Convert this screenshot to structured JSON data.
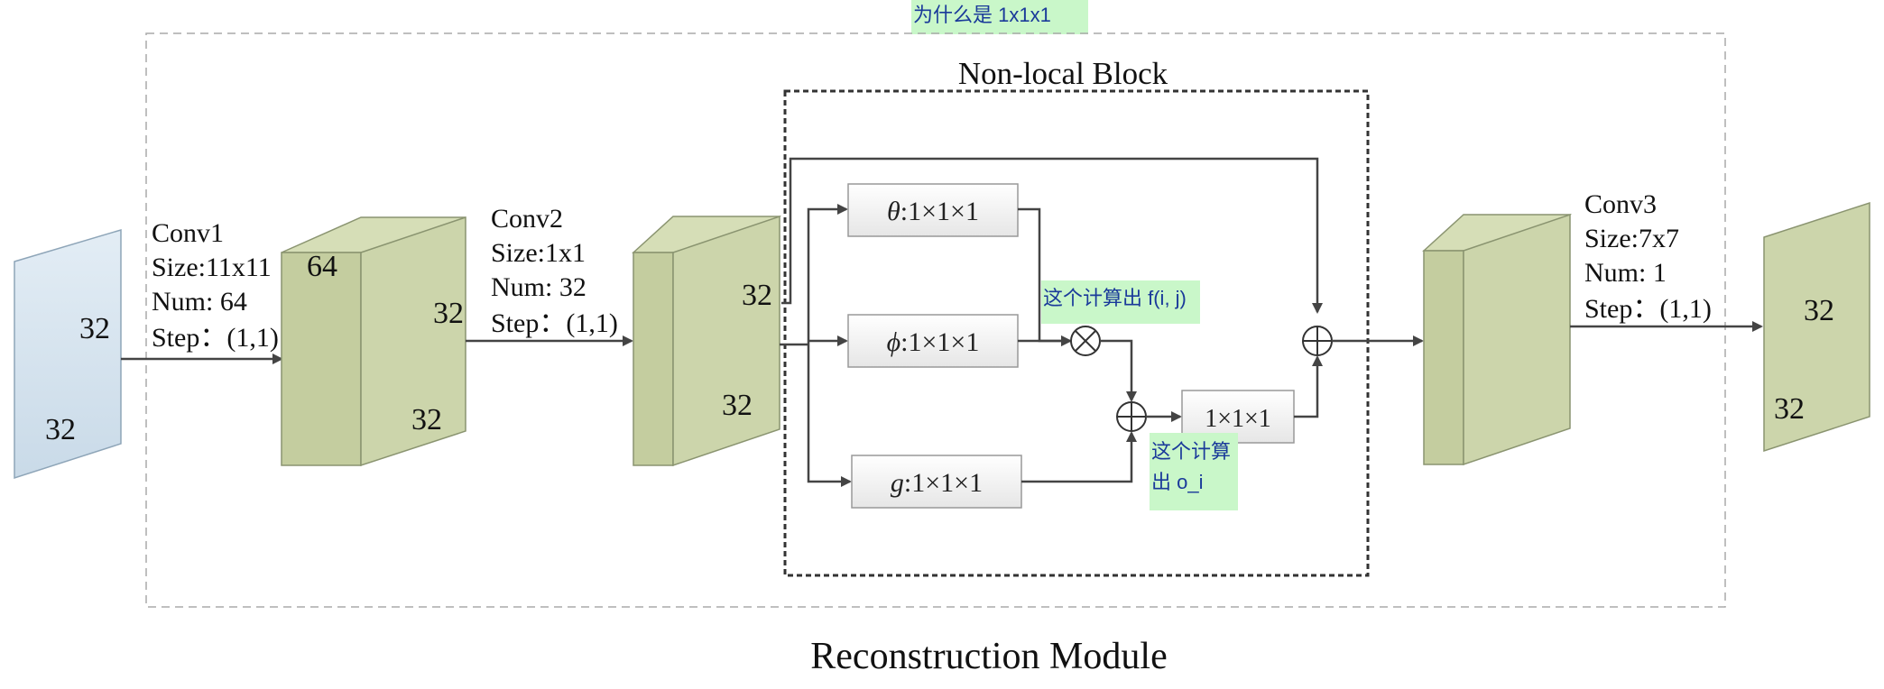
{
  "annotation_top": "为什么是 1x1x1",
  "nonlocal_title": "Non-local Block",
  "module_title": "Reconstruction Module",
  "conv1": {
    "name": "Conv1",
    "size": "Size:11x11",
    "num": "Num: 64",
    "step": "Step：(1,1)"
  },
  "conv2": {
    "name": "Conv2",
    "size": "Size:1x1",
    "num": "Num: 32",
    "step": "Step：(1,1)"
  },
  "conv3": {
    "name": "Conv3",
    "size": "Size:7x7",
    "num": "Num: 1",
    "step": "Step：(1,1)"
  },
  "input_map": {
    "w": "32",
    "h": "32"
  },
  "map1": {
    "c": "64",
    "w": "32",
    "h": "32"
  },
  "map2": {
    "w": "32",
    "h": "32"
  },
  "output_map": {
    "w": "32",
    "h": "32"
  },
  "theta_box": {
    "sym": "θ",
    "label": ":1×1×1"
  },
  "phi_box": {
    "sym": "ϕ",
    "label": ":1×1×1"
  },
  "g_box": {
    "sym": "g",
    "label": ":1×1×1"
  },
  "final_box": {
    "label": "1×1×1"
  },
  "note_fij": "这个计算出 f(i, j)",
  "note_oi_line1": "这个计算",
  "note_oi_line2": "出 o_i",
  "colors": {
    "input_fill": "#d9e6f0",
    "feature_front": "#ccd5ab",
    "feature_side": "#bcc699",
    "note_bg": "#c9f7c9",
    "dashed": "#aaaaaa",
    "nonlocal_border": "#333333"
  }
}
